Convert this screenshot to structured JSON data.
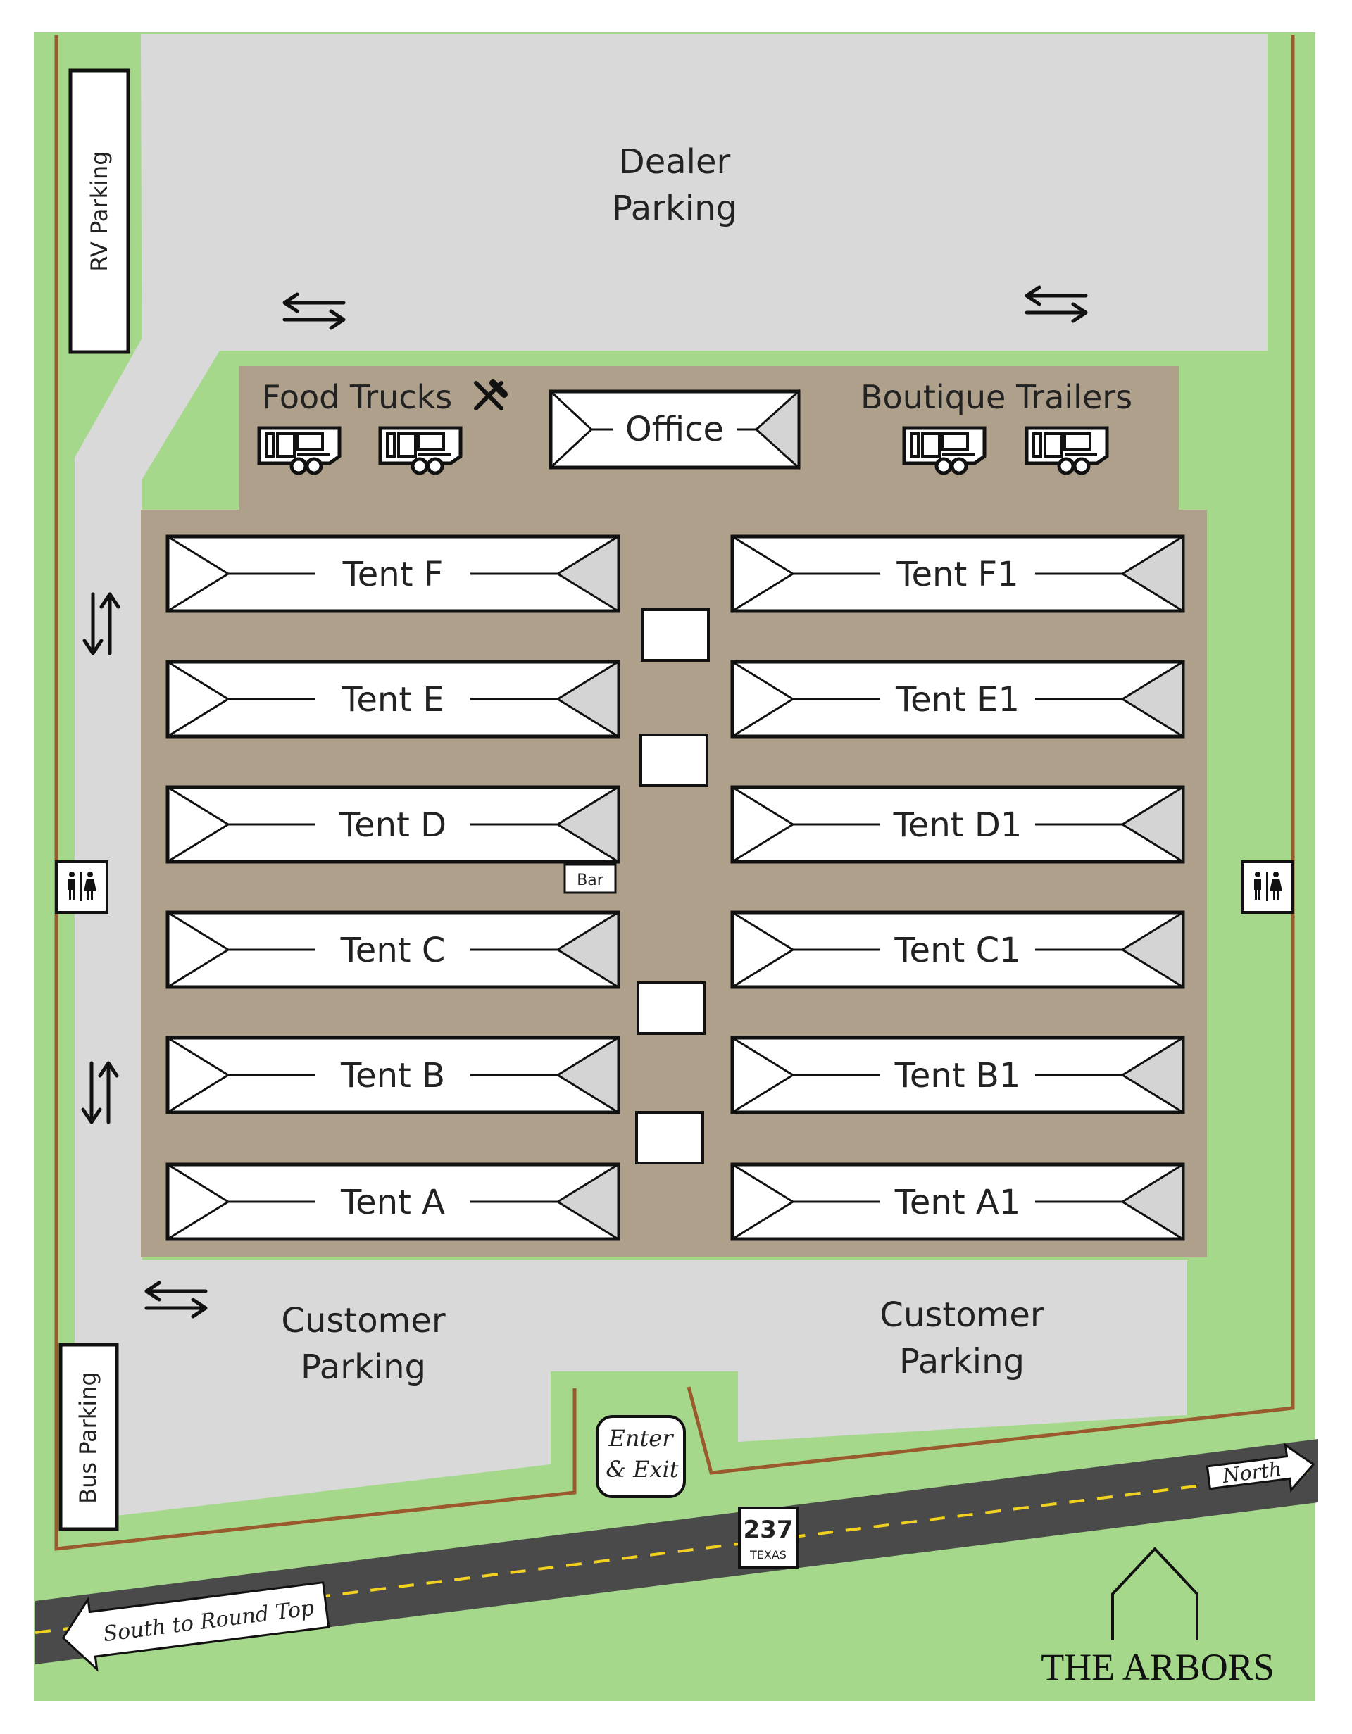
{
  "zones": {
    "dealer_parking": [
      "Dealer",
      "Parking"
    ],
    "rv_parking": "RV Parking",
    "bus_parking": "Bus Parking",
    "customer_parking_left": [
      "Customer",
      "Parking"
    ],
    "customer_parking_right": [
      "Customer",
      "Parking"
    ]
  },
  "features": {
    "food_trucks": "Food Trucks",
    "boutique_trailers": "Boutique Trailers",
    "office": "Office",
    "bar": "Bar",
    "enter_exit": [
      "Enter",
      "& Exit"
    ]
  },
  "tents_left": [
    "Tent F",
    "Tent E",
    "Tent D",
    "Tent C",
    "Tent B",
    "Tent A"
  ],
  "tents_right": [
    "Tent F1",
    "Tent E1",
    "Tent D1",
    "Tent C1",
    "Tent B1",
    "Tent A1"
  ],
  "road": {
    "route_number": "237",
    "state": "TEXAS",
    "north_label": "North",
    "south_label": "South to Round Top"
  },
  "brand": "THE ARBORS",
  "icons": [
    "two-way-arrow-icon",
    "restroom-icon",
    "food-truck-icon",
    "trailer-icon",
    "fork-knife-icon",
    "house-outline-logo"
  ],
  "colors": {
    "grass": "#a5d88a",
    "parking": "#d9d9d9",
    "grounds": "#aea08a",
    "road": "#4a4a4a",
    "fence": "#9b5a2e",
    "center_line": "#f2d21e"
  }
}
